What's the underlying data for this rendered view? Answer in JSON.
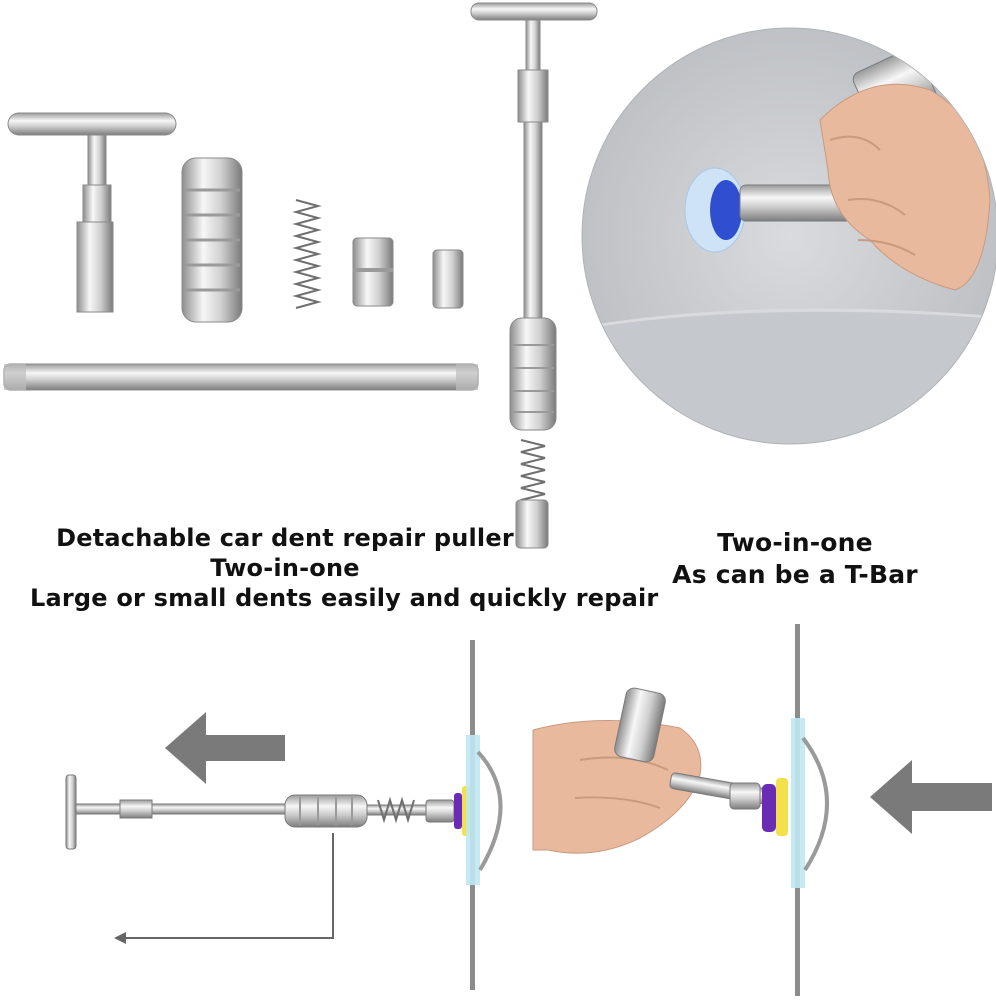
{
  "captions": {
    "left": {
      "line1": "Detachable car dent repair puller",
      "line2": "Two-in-one",
      "line3": "Large or small dents easily and quickly repair"
    },
    "right": {
      "line1": "Two-in-one",
      "line2": "As can be a T-Bar"
    }
  },
  "colors": {
    "metal_light": "#f2f2f2",
    "metal_mid": "#c8c8c8",
    "metal_dark": "#8a8a8a",
    "arrow_gray": "#7a7a7a",
    "panel_gray": "#8c8c8c",
    "glue_cyan": "#bfe8f2",
    "pad_blue": "#2f4fd0",
    "pad_purple": "#6a2bb5",
    "pad_yellow": "#f3e04a",
    "skin": "#e9b99e",
    "car_paint": "#c9ccd0"
  }
}
